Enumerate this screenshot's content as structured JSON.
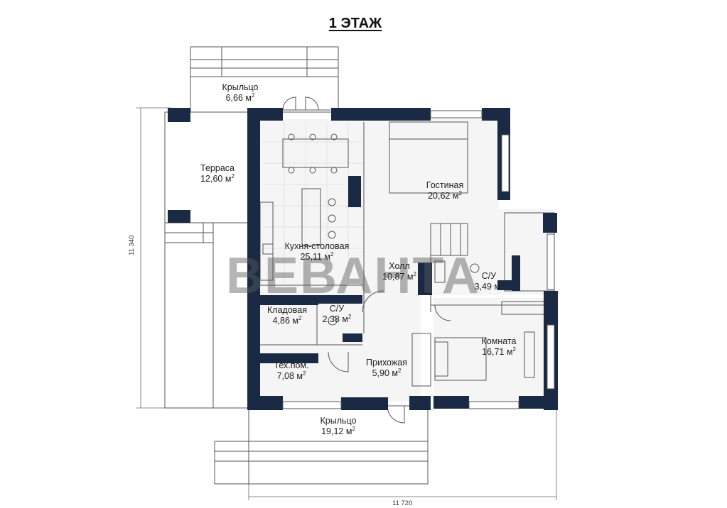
{
  "title": "1 ЭТАЖ",
  "watermark": "ВЕВАНТА",
  "dimensions": {
    "height": "11 340",
    "width": "11 720"
  },
  "unit": "м",
  "rooms": [
    {
      "id": "porch-top",
      "name": "Крыльцо",
      "area": "6,66"
    },
    {
      "id": "terrace",
      "name": "Терраса",
      "area": "12,60"
    },
    {
      "id": "living",
      "name": "Гостиная",
      "area": "20,62"
    },
    {
      "id": "kitchen",
      "name": "Кухня-столовая",
      "area": "25,11"
    },
    {
      "id": "hall",
      "name": "Холл",
      "area": "10,87"
    },
    {
      "id": "wc-right",
      "name": "С/У",
      "area": "3,49"
    },
    {
      "id": "pantry",
      "name": "Кладовая",
      "area": "4,86"
    },
    {
      "id": "wc-left",
      "name": "С/У",
      "area": "2,38"
    },
    {
      "id": "bedroom",
      "name": "Комната",
      "area": "16,71"
    },
    {
      "id": "utility",
      "name": "Тех.пом.",
      "area": "7,08"
    },
    {
      "id": "entrance",
      "name": "Прихожая",
      "area": "5,90"
    },
    {
      "id": "porch-bottom",
      "name": "Крыльцо",
      "area": "19,12"
    }
  ],
  "colors": {
    "wall": "#1b2a44",
    "line": "#555555",
    "floor": "#f4f4f4"
  }
}
